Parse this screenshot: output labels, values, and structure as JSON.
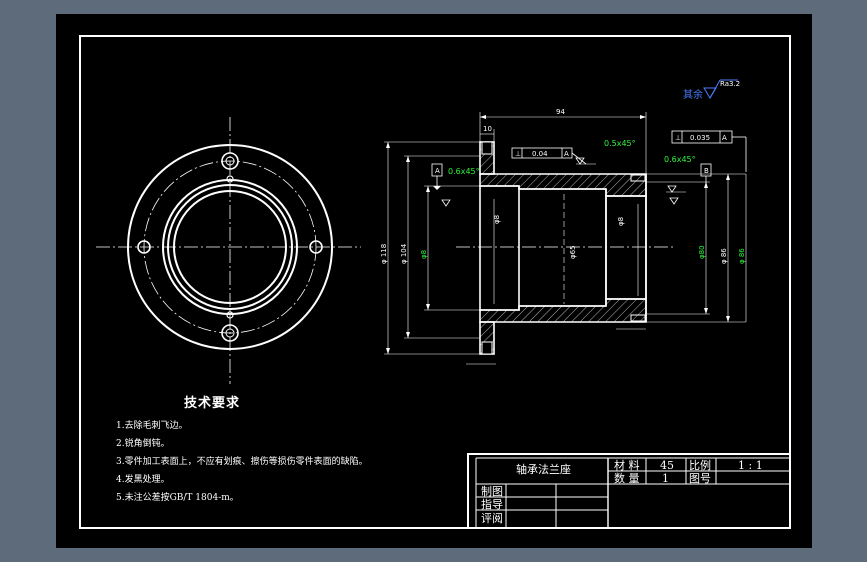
{
  "drawing": {
    "title": "轴承法兰座",
    "roughness_note": "其余",
    "roughness_value": "Ra3.2",
    "dims": {
      "overall_length": "94",
      "flange_thickness": "10",
      "chamfer_left": "0.6x45°",
      "chamfer_top": "0.5x45°",
      "chamfer_right": "0.6x45°",
      "dia_outer": "φ 118",
      "dia_flange": "φ 104",
      "bore_left": "φ8",
      "bore_center": "φ65",
      "bore_right": "φ8",
      "dia_right_1": "φ80",
      "dia_right_2": "φ 86"
    },
    "tol_frame_top": [
      "⊥",
      "0.04",
      "A"
    ],
    "tol_frame_right": [
      "⊥",
      "0.035",
      "A"
    ],
    "datum_a": "A",
    "datum_b": "B"
  },
  "requirements": {
    "title": "技术要求",
    "items": [
      "1.去除毛刺飞边。",
      "2.锐角倒钝。",
      "3.零件加工表面上，不应有划痕、擦伤等损伤零件表面的缺陷。",
      "4.发黑处理。",
      "5.未注公差按GB/T 1804-m。"
    ]
  },
  "title_block": {
    "part_name": "轴承法兰座",
    "material_label": "材 料",
    "material_value": "45",
    "scale_label": "比例",
    "scale_value": "1 : 1",
    "quantity_label": "数 量",
    "quantity_value": "1",
    "drawing_no_label": "图号",
    "drawn_by": "制图",
    "guided_by": "指导",
    "reviewed_by": "评阅"
  },
  "colors": {
    "background": "#5d6b7b",
    "sheet": "#000000",
    "line": "#ffffff",
    "dimension_green": "#2df53a",
    "roughness_blue": "#4a7cff"
  }
}
